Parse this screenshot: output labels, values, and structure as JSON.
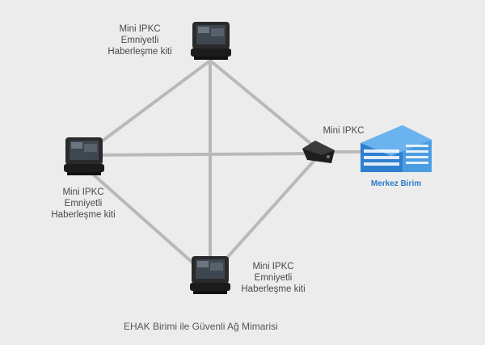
{
  "nodes": {
    "top": {
      "lines": [
        "Mini IPKC",
        "Emniyetli",
        "Haberleşme kiti"
      ]
    },
    "left": {
      "lines": [
        "Mini IPKC",
        "Emniyetli",
        "Haberleşme kiti"
      ]
    },
    "bottom": {
      "lines": [
        "Mini IPKC",
        "Emniyetli",
        "Haberleşme kiti"
      ]
    },
    "hub": {
      "label": "Mini IPKC"
    },
    "center": {
      "label": "Merkez Birim"
    }
  },
  "caption": "EHAK Birimi ile Güvenli Ağ Mimarisi",
  "colors": {
    "background": "#ececec",
    "link": "#b9b9b9",
    "building": "#3b8ad4",
    "device": "#1e1e1e"
  },
  "icons": {
    "kit": "laptop-case-icon",
    "hub": "network-device-icon",
    "center": "office-building-icon"
  }
}
